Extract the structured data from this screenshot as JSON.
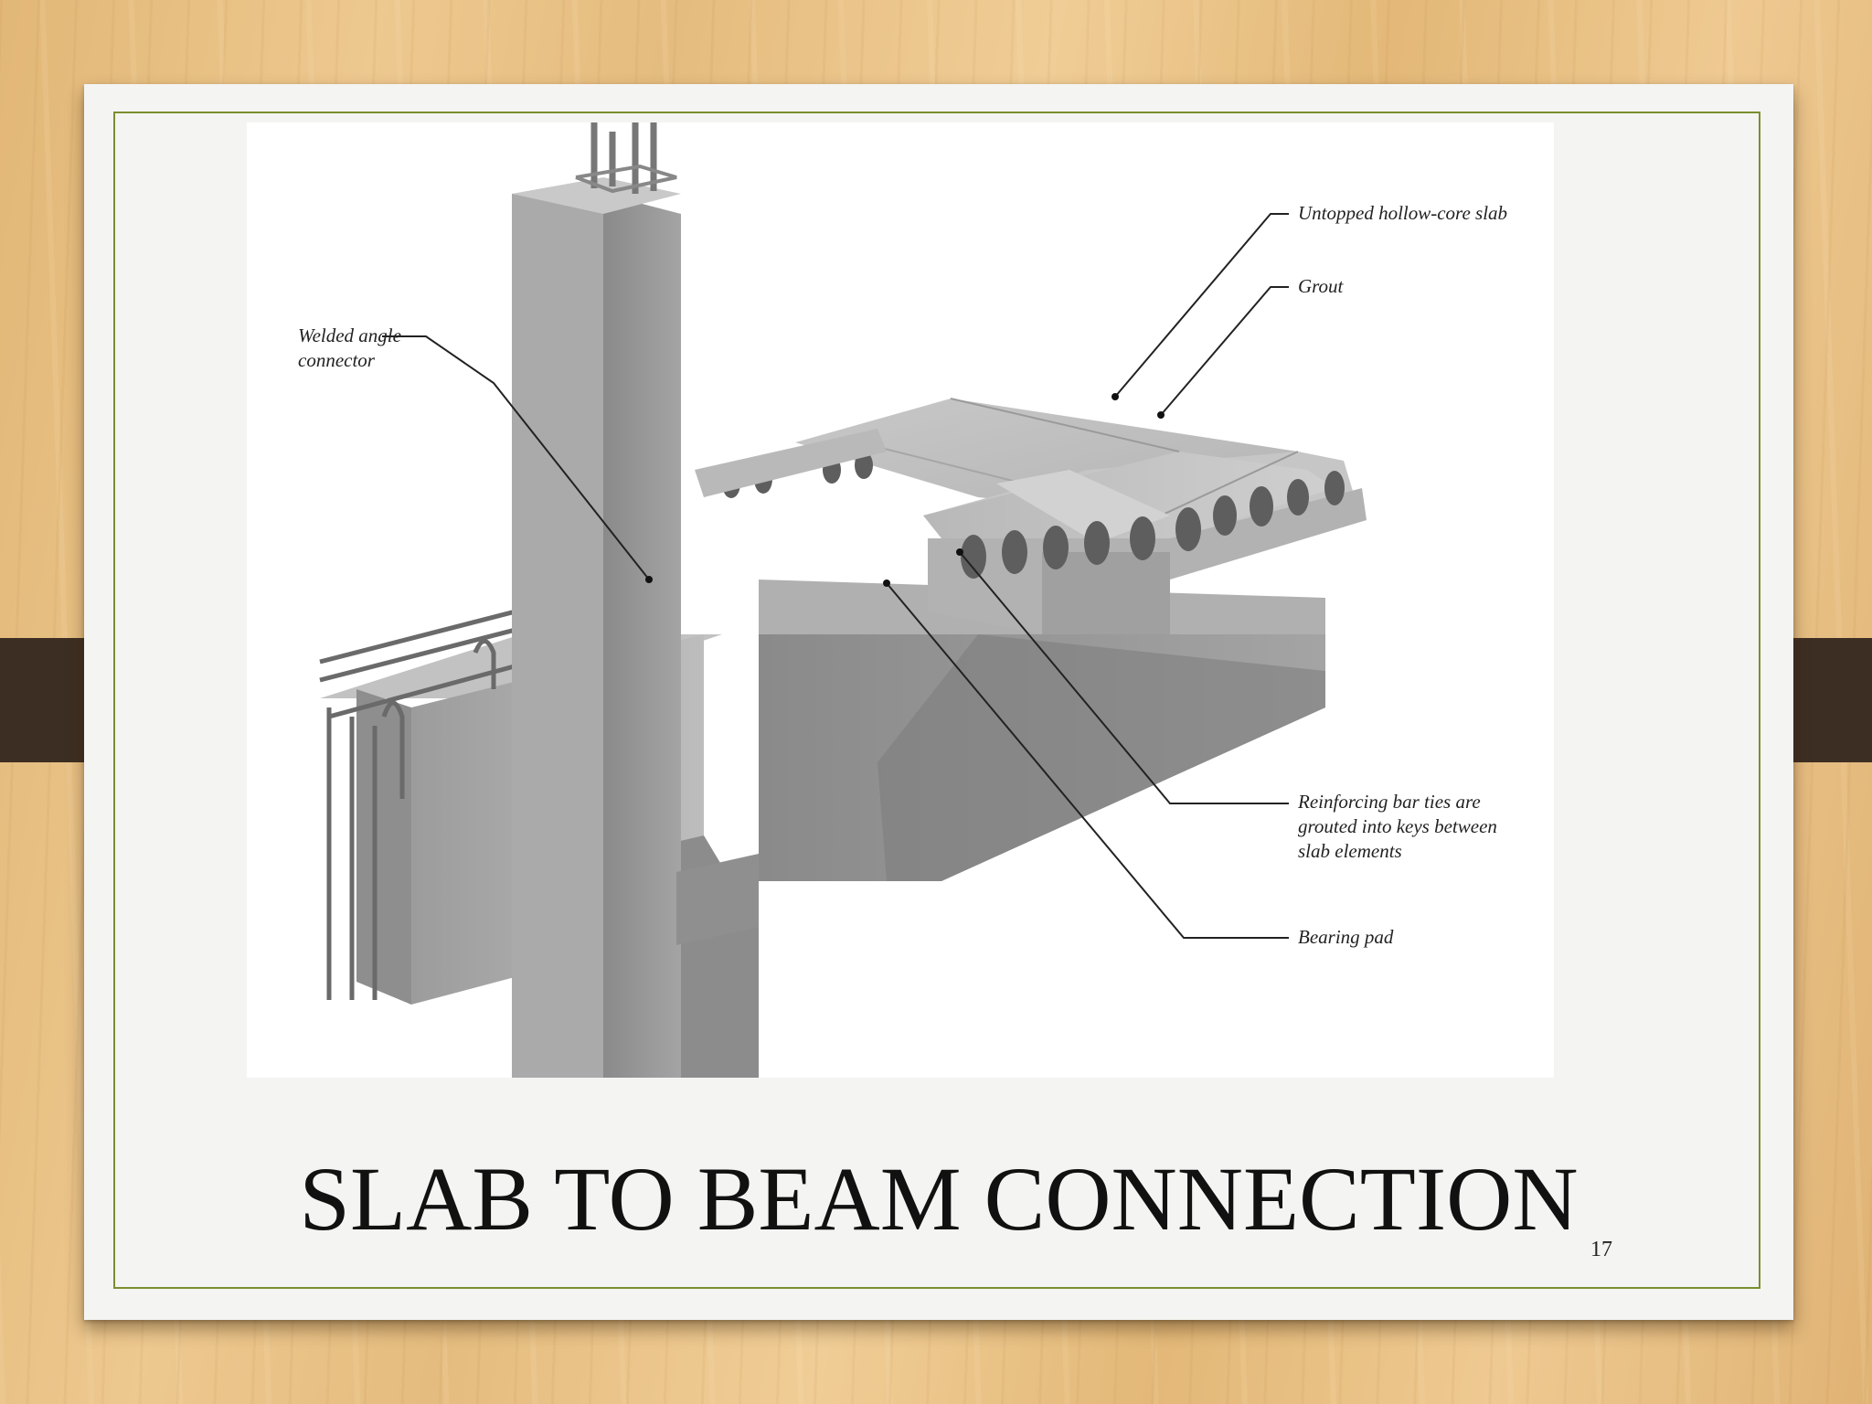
{
  "slide": {
    "title": "SLAB TO BEAM CONNECTION",
    "page_number": "17"
  },
  "figure": {
    "callouts": {
      "untopped_slab": "Untopped hollow-core slab",
      "grout": "Grout",
      "welded_angle": "Welded angle\nconnector",
      "rebar_ties": "Reinforcing bar ties are\ngrouted into keys between\nslab elements",
      "bearing_pad": "Bearing pad"
    }
  },
  "colors": {
    "frame_accent": "#7a8f2e",
    "clip": "#3d2e23",
    "concrete": "#a9a9a9"
  }
}
